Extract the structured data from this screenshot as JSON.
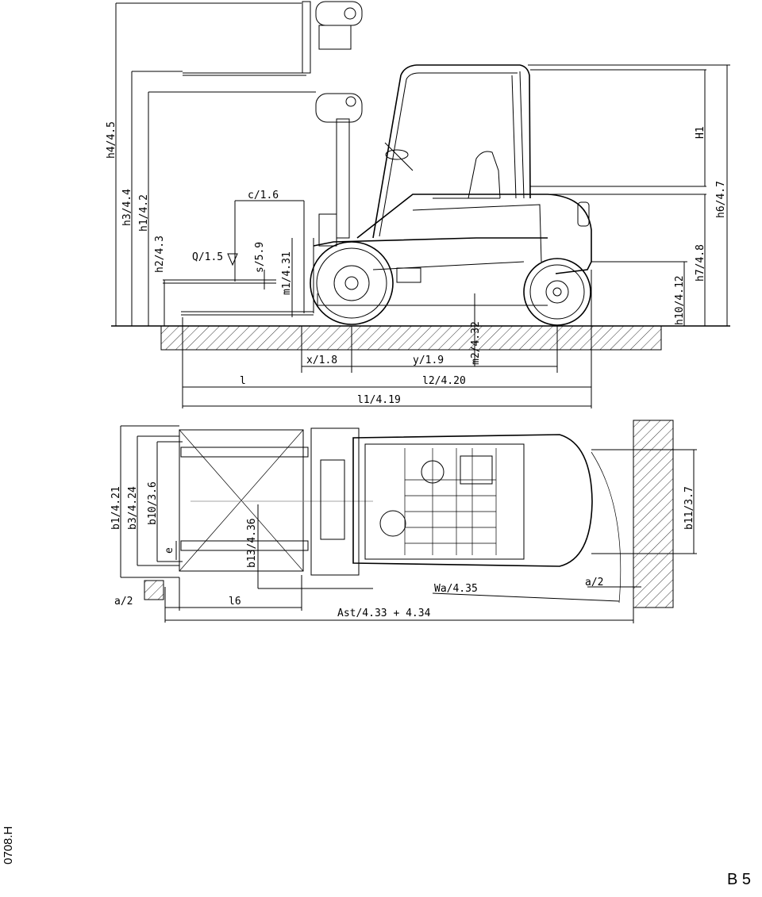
{
  "side_view": {
    "dims": {
      "h4": "h4/4.5",
      "h3": "h3/4.4",
      "h1": "h1/4.2",
      "h2": "h2/4.3",
      "c": "c/1.6",
      "q": "Q/1.5",
      "s": "s/5.9",
      "m1": "m1/4.31",
      "m2": "m2/4.32",
      "x": "x/1.8",
      "y": "y/1.9",
      "l": "l",
      "l2": "l2/4.20",
      "l1": "l1/4.19",
      "H1": "H1",
      "h6": "h6/4.7",
      "h7": "h7/4.8",
      "h10": "h10/4.12"
    }
  },
  "top_view": {
    "dims": {
      "b1": "b1/4.21",
      "b3": "b3/4.24",
      "b10": "b10/3.6",
      "e": "e",
      "b13": "b13/4.36",
      "a2_left": "a/2",
      "l6": "l6",
      "wa": "Wa/4.35",
      "a2_right": "a/2",
      "ast": "Ast/4.33 + 4.34",
      "b11": "b11/3.7"
    }
  },
  "page": {
    "code": "0708.H",
    "number": "B 5"
  }
}
